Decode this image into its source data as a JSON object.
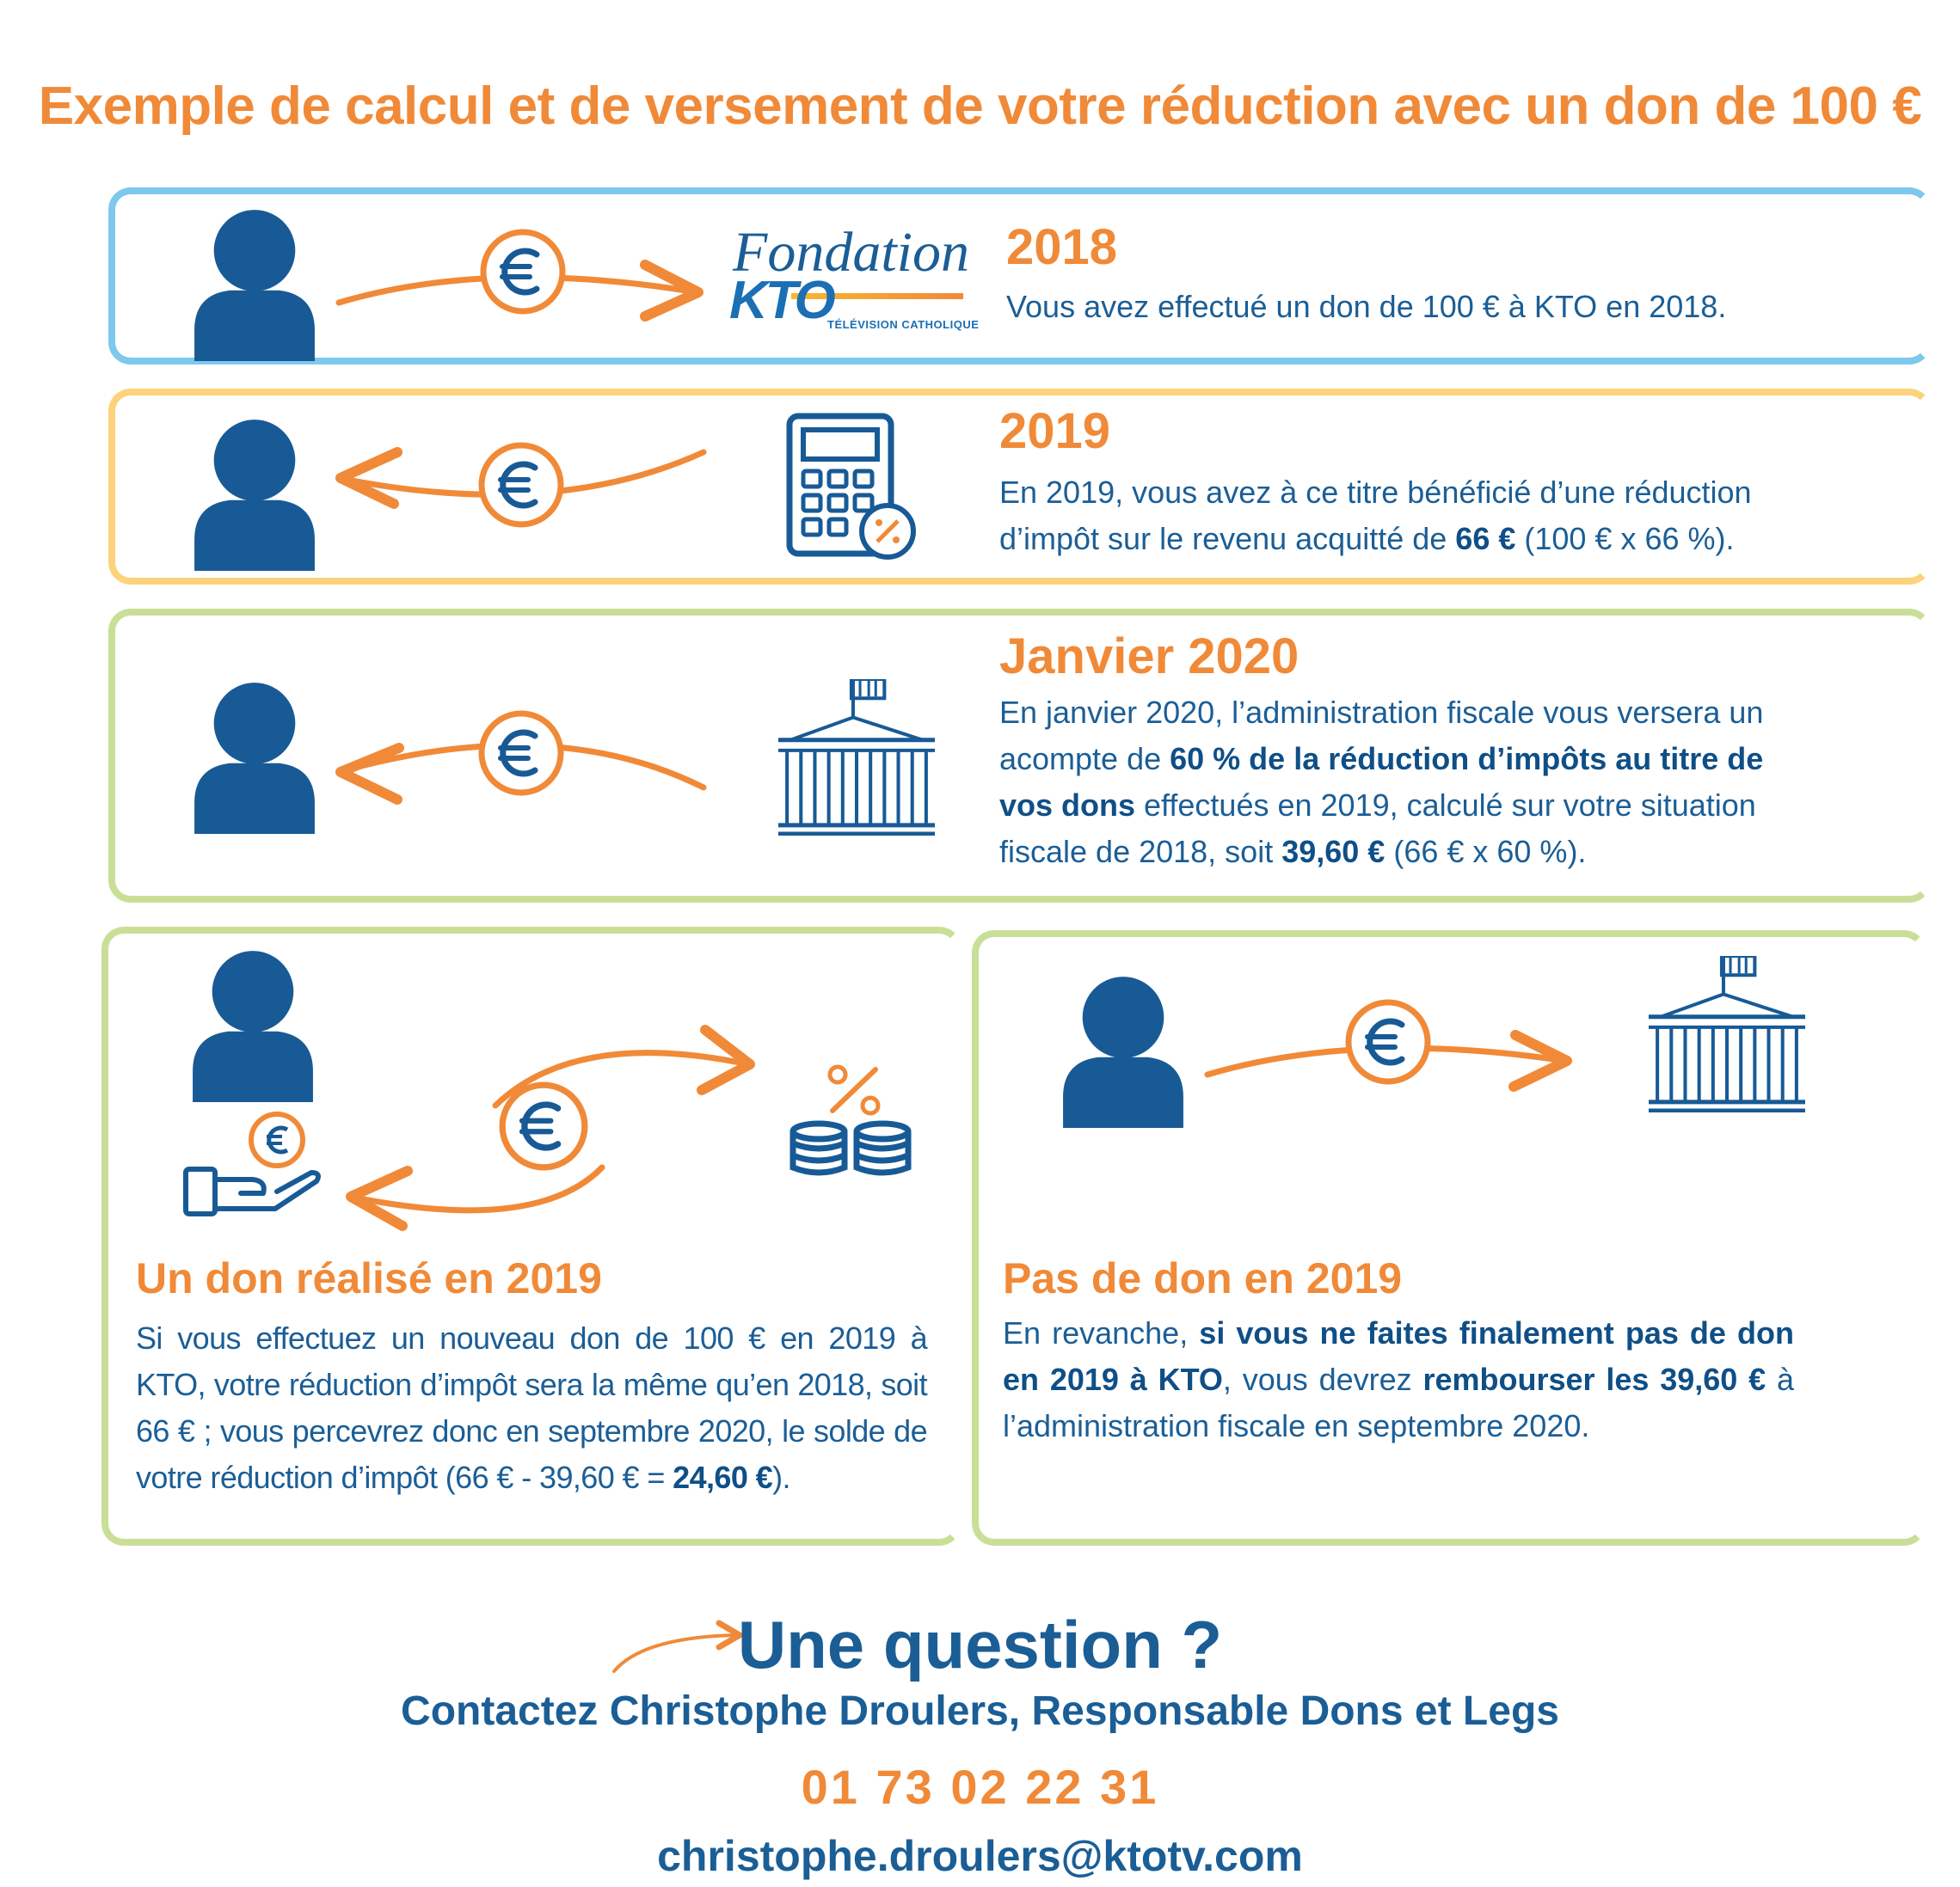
{
  "title": "Exemple de calcul et de versement de votre réduction avec un don de 100 €",
  "logo": {
    "fondation": "Fondation",
    "kto": "KTO",
    "subtitle": "TÉLÉVISION CATHOLIQUE"
  },
  "steps": [
    {
      "year": "2018",
      "text": "Vous avez effectué un don de 100 € à KTO en 2018."
    },
    {
      "year": "2019",
      "t1": "En 2019, vous avez à ce titre bénéficié d’une réduction d’impôt sur le revenu acquitté de ",
      "b1": "66 €",
      "t2": " (100 € x 66 %)."
    },
    {
      "year": "Janvier 2020",
      "t1": "En janvier 2020, l’administration fiscale vous versera un acompte de ",
      "b1": "60 % de la réduction d’impôts au titre de vos dons",
      "t2": " effectués en 2019, calculé sur votre situation fiscale de 2018, soit ",
      "b2": "39,60 €",
      "t3": " (66 € x 60 %)."
    }
  ],
  "case_don": {
    "title": "Un don réalisé en 2019",
    "t1": "Si vous effectuez un nouveau don de 100 € en 2019 à KTO, votre réduction d’impôt sera la même qu’en 2018, soit 66 € ; vous percevrez donc en septembre 2020, le solde de votre réduction d’impôt (66 € - 39,60 € = ",
    "b1": "24,60 €",
    "t2": ")."
  },
  "case_no_don": {
    "title": "Pas de don en 2019",
    "t1": "En revanche, ",
    "b1": "si vous ne faites finalement pas de don en 2019 à KTO",
    "t2": ", vous devrez ",
    "b2": "rembourser les 39,60 €",
    "t3": " à l’administration fiscale en septembre 2020."
  },
  "contact": {
    "question": "Une question ?",
    "name_line": "Contactez Christophe Droulers, Responsable Dons et Legs",
    "phone": "01 73 02 22 31",
    "email": "christophe.droulers@ktotv.com"
  },
  "icons": {
    "person": "person-icon",
    "euro": "euro-coin-icon",
    "calculator": "calculator-icon",
    "building": "government-building-icon",
    "hand": "hand-coin-icon",
    "coins": "coin-stack-percent-icon"
  },
  "colors": {
    "orange": "#f08a38",
    "blue": "#1b5e96",
    "panel_blue": "#7ec8ee",
    "panel_yellow": "#fcd37c",
    "panel_green": "#c9df97"
  }
}
